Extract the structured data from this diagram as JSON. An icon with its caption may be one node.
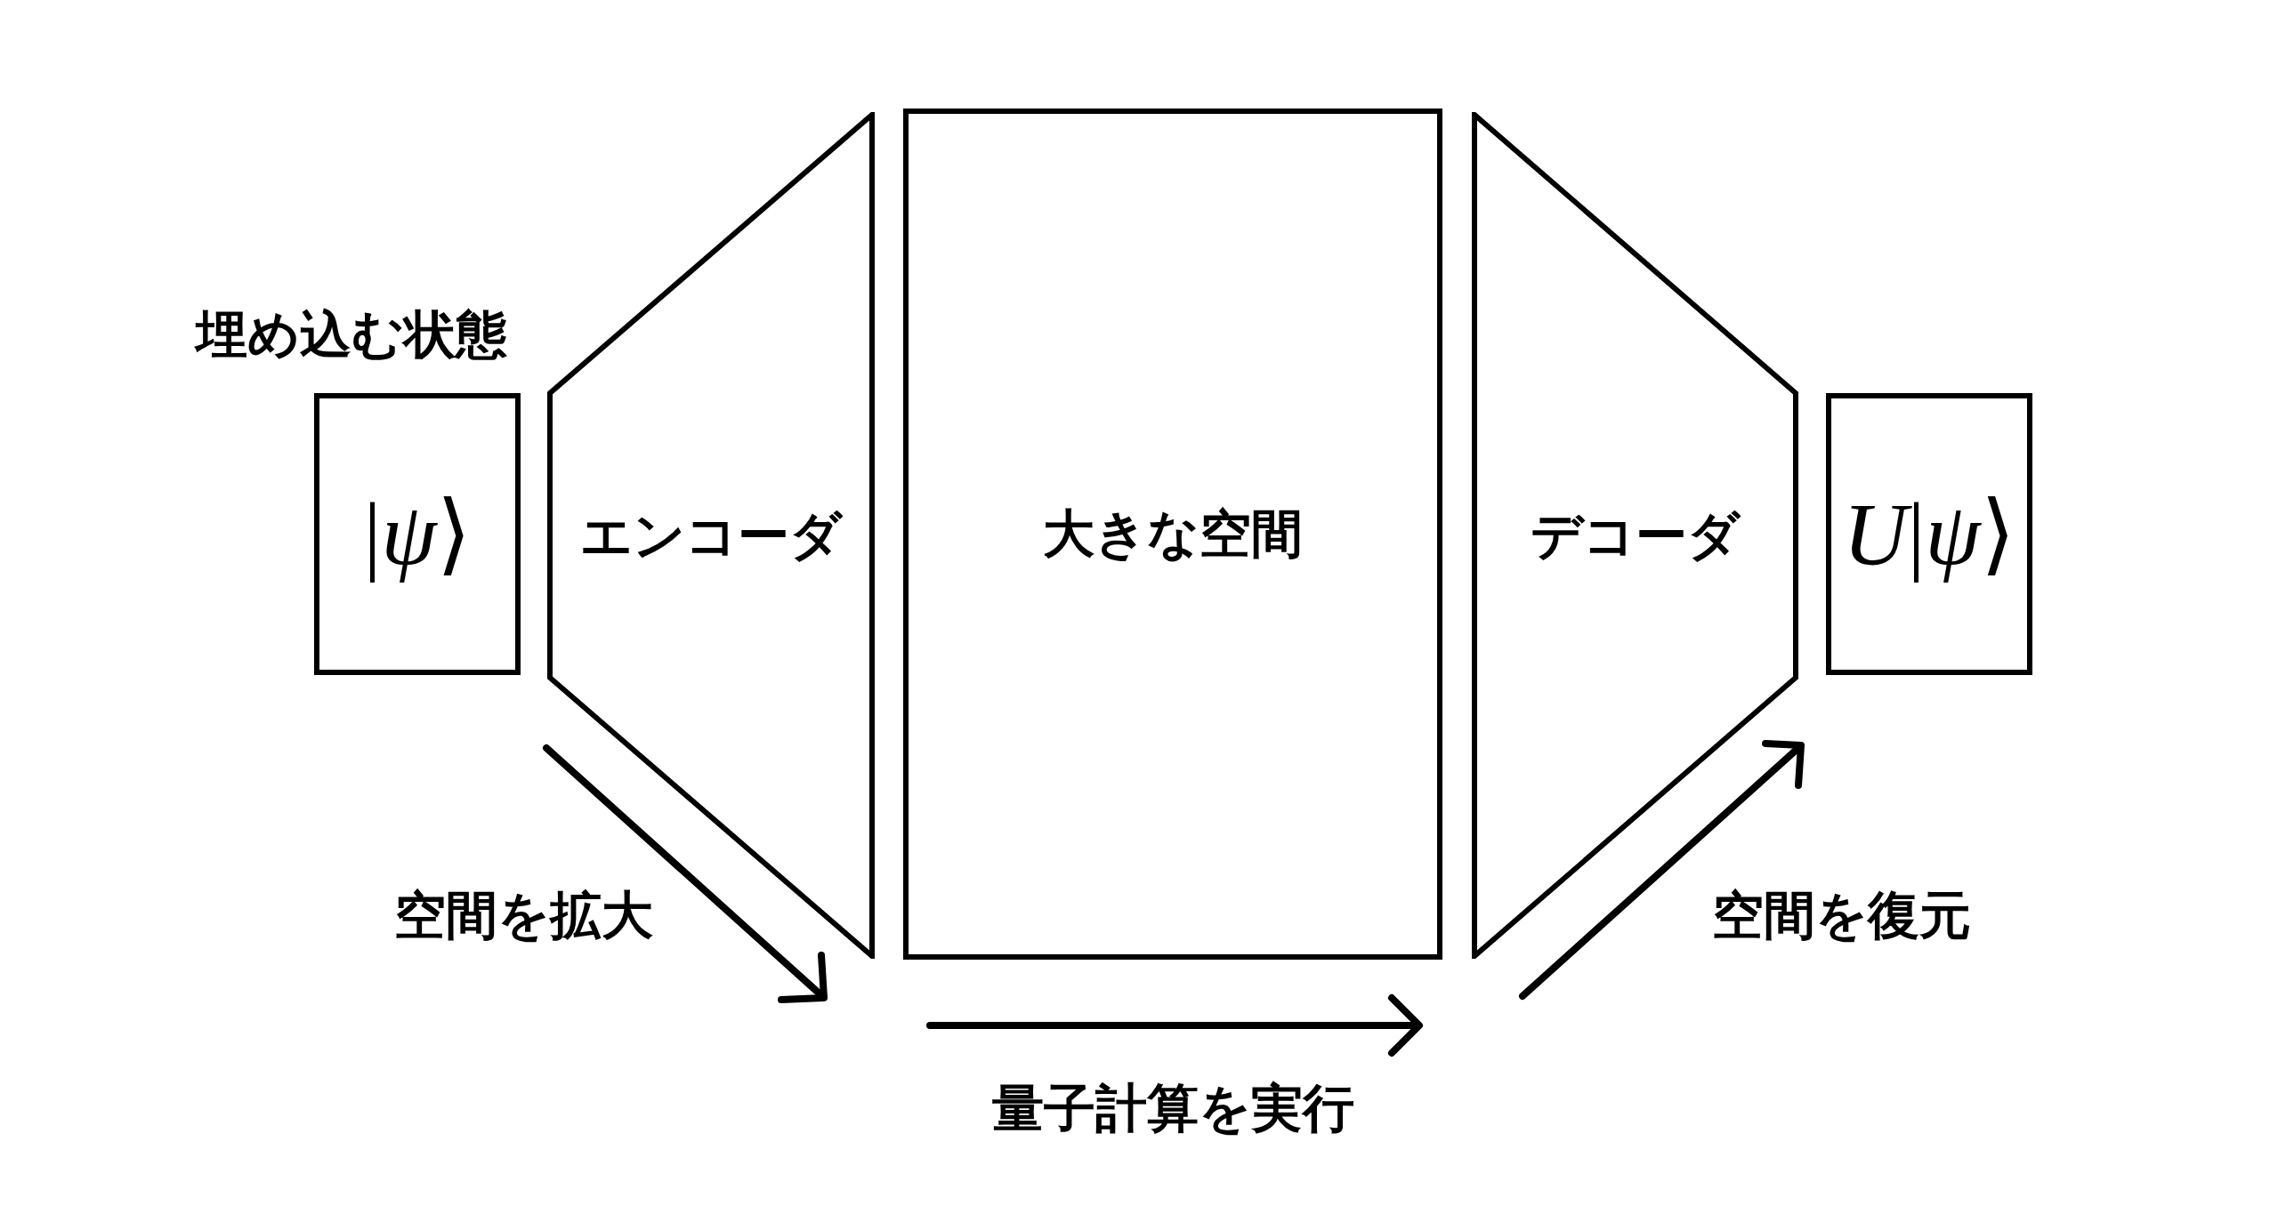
{
  "diagram": {
    "nodes": [
      {
        "text": [
          "埋め込む状態",
          "|*ψ*⟩"
        ]
      },
      {
        "text": [
          "エンコーダ"
        ]
      },
      {
        "text": [
          "大きな空間"
        ]
      },
      {
        "text": [
          "デコーダ"
        ]
      },
      {
        "text": [
          "*U*|*ψ*⟩"
        ]
      }
    ],
    "labels": [
      "空間を拡大",
      "量子計算を実行",
      "空間を復元"
    ]
  }
}
